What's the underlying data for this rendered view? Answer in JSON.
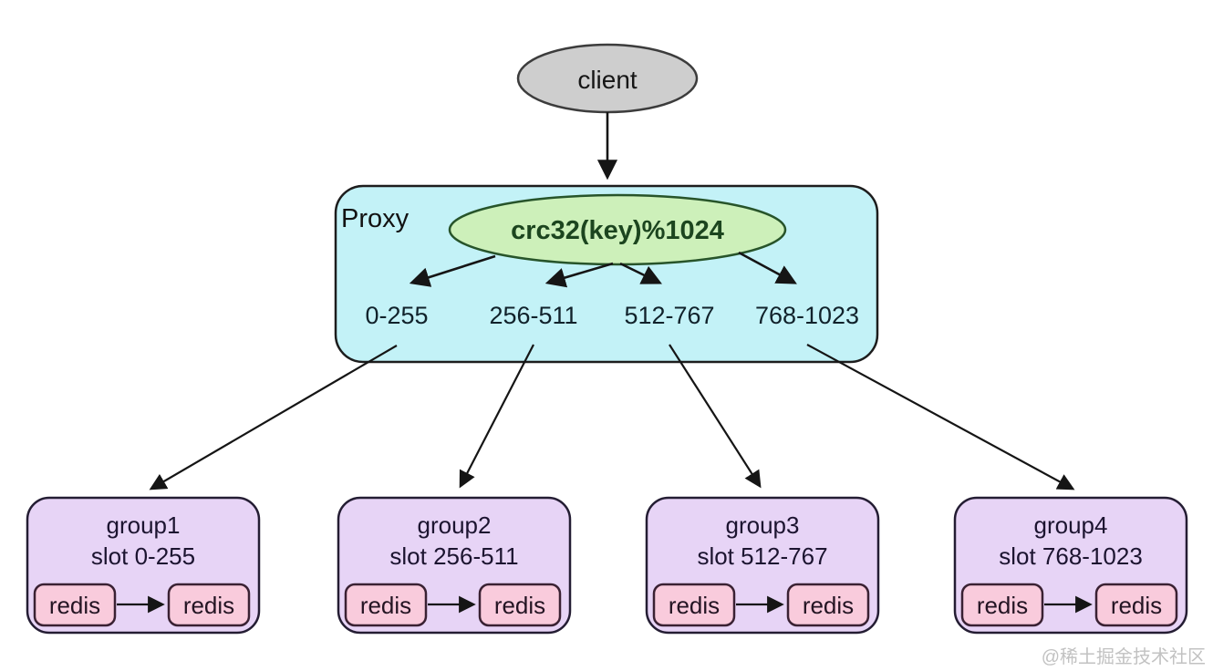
{
  "diagram": {
    "client": {
      "label": "client"
    },
    "proxy": {
      "label": "Proxy",
      "hash_label": "crc32(key)%1024",
      "slots": [
        {
          "label": "0-255"
        },
        {
          "label": "256-511"
        },
        {
          "label": "512-767"
        },
        {
          "label": "768-1023"
        }
      ]
    },
    "groups": [
      {
        "label": "group1",
        "slot_label": "slot 0-255",
        "redis_left": "redis",
        "redis_right": "redis"
      },
      {
        "label": "group2",
        "slot_label": "slot 256-511",
        "redis_left": "redis",
        "redis_right": "redis"
      },
      {
        "label": "group3",
        "slot_label": "slot 512-767",
        "redis_left": "redis",
        "redis_right": "redis"
      },
      {
        "label": "group4",
        "slot_label": "slot 768-1023",
        "redis_left": "redis",
        "redis_right": "redis"
      }
    ]
  },
  "watermark": {
    "text": "@稀土掘金技术社区"
  },
  "colors": {
    "background": "#ffffff",
    "client_fill": "#cecece",
    "client_stroke": "#3c3c3c",
    "proxy_fill": "#c3f2f7",
    "hash_fill": "#cdf0ba",
    "hash_text": "#1c451f",
    "group_fill": "#e7d4f6",
    "redis_fill": "#f9cbdc",
    "edge": "#151515",
    "watermark_text": "#c2c2c2"
  }
}
